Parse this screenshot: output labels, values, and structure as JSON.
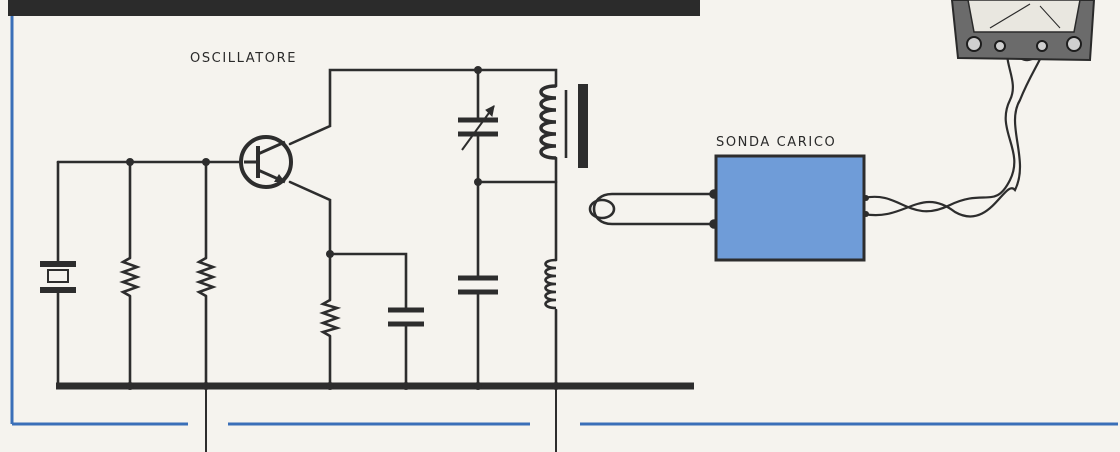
{
  "labels": {
    "oscillator": "OSCILLATORE",
    "load_probe": "SONDA CARICO"
  },
  "components": [
    {
      "type": "battery",
      "name": "battery-symbol"
    },
    {
      "type": "resistor",
      "name": "resistor-1-symbol"
    },
    {
      "type": "resistor",
      "name": "resistor-2-symbol"
    },
    {
      "type": "transistor",
      "name": "transistor-symbol"
    },
    {
      "type": "resistor",
      "name": "emitter-resistor-symbol"
    },
    {
      "type": "capacitor",
      "name": "emitter-capacitor-symbol"
    },
    {
      "type": "variable-capacitor",
      "name": "tuning-capacitor-symbol"
    },
    {
      "type": "inductor",
      "name": "tank-coil-symbol"
    },
    {
      "type": "capacitor",
      "name": "bypass-capacitor-symbol"
    },
    {
      "type": "inductor",
      "name": "choke-coil-symbol"
    },
    {
      "type": "probe",
      "name": "load-probe-box"
    },
    {
      "type": "meter",
      "name": "multimeter-icon"
    }
  ],
  "colors": {
    "frame": "#3a6fb8",
    "header": "#2b2b2b",
    "probe_fill": "#6f9cd8",
    "wire": "#2d2d2d",
    "meter_body": "#6b6b6b"
  }
}
